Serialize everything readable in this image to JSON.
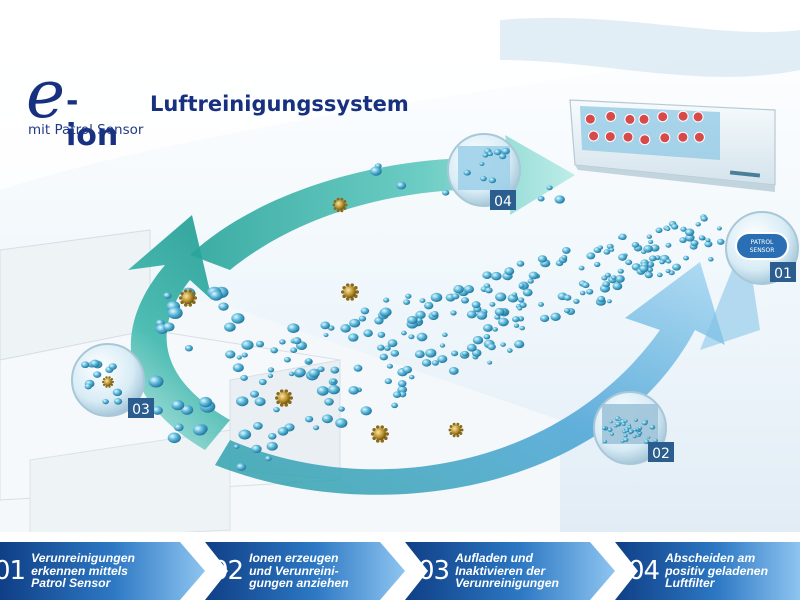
{
  "title": {
    "e": "e",
    "ion": "-ion",
    "main": "Luftreinigungssystem",
    "sub": "mit Patrol Sensor"
  },
  "badges": {
    "b01": "01",
    "b02": "02",
    "b03": "03",
    "b04": "04"
  },
  "sensor_label": {
    "line1": "PATROL",
    "line2": "SENSOR"
  },
  "steps": [
    {
      "num": "01",
      "text": "Verunreinigungen\nerkennen mittels\nPatrol Sensor"
    },
    {
      "num": "02",
      "text": "Ionen erzeugen\nund Verunreini-\ngungen anziehen"
    },
    {
      "num": "03",
      "text": "Aufladen und\nInaktivieren der\nVerunreinigungen"
    },
    {
      "num": "04",
      "text": "Abscheiden am\npositiv geladenen\nLuftfilter"
    }
  ],
  "colors": {
    "title": "#17307f",
    "arrow_teal": "#2fb3a8",
    "arrow_light": "#bfe9e6",
    "stream_blue": "#5fb3e0",
    "ion": "#4aa8c8",
    "dust": "#b8902a",
    "bar_dark": "#1d5fa8",
    "bar_light": "#7fb9ea"
  }
}
